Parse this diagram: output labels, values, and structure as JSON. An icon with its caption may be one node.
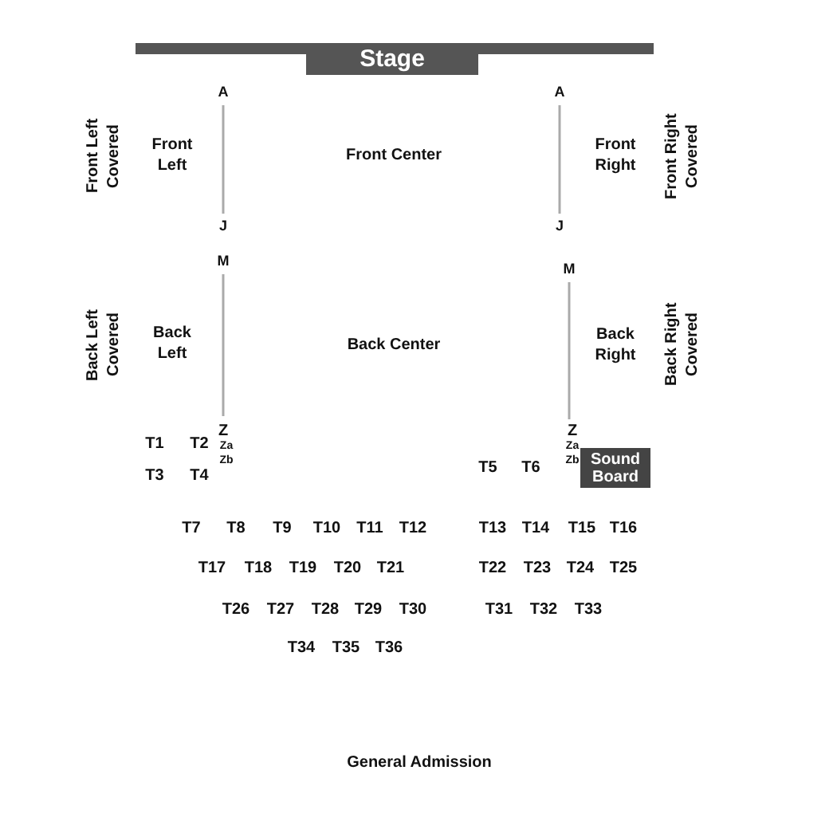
{
  "diagram": {
    "nodes": [
      {
        "text": [
          "Stage"
        ]
      },
      {
        "text": [
          "Sound Board"
        ]
      }
    ],
    "edges": [],
    "labels": [
      "A",
      "A",
      "Front Left Covered",
      "Front Left",
      "Front Center",
      "Front Right",
      "Front Right Covered",
      "J",
      "J",
      "M",
      "M",
      "Back Left Covered",
      "Back Left",
      "Back Center",
      "Back Right",
      "Back Right Covered",
      "Z",
      "Z",
      "T1",
      "T2",
      "Za",
      "Za",
      "Zb",
      "Zb",
      "T5",
      "T6",
      "T3",
      "T4",
      "T7",
      "T8",
      "T9",
      "T10",
      "T11",
      "T12",
      "T13",
      "T14",
      "T15",
      "T16",
      "T17",
      "T18",
      "T19",
      "T20",
      "T21",
      "T22",
      "T23",
      "T24",
      "T25",
      "T26",
      "T27",
      "T28",
      "T29",
      "T30",
      "T31",
      "T32",
      "T33",
      "T34",
      "T35",
      "T36",
      "General Admission"
    ]
  }
}
